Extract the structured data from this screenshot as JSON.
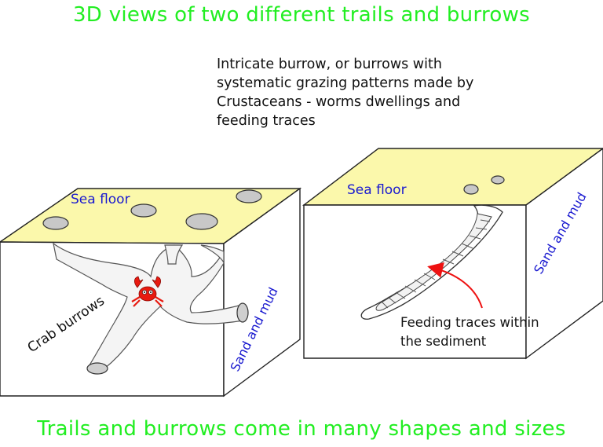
{
  "title": "3D views of two different trails and burrows",
  "footer": "Trails and burrows come in many shapes and sizes",
  "note": "Intricate burrow, or burrows with systematic grazing patterns made by Crustaceans - worms dwellings and feeding traces",
  "block_left": {
    "top_label": "Sea floor",
    "side_label": "Sand and mud",
    "burrow_label": "Crab burrows"
  },
  "block_right": {
    "top_label": "Sea floor",
    "side_label": "Sand and mud",
    "annotation_line1": "Feeding traces within",
    "annotation_line2": "the sediment"
  },
  "colors": {
    "title": "#22ee22",
    "sea_floor": "#fbf8ab",
    "block_label": "#1a1ad0",
    "arrow": "#ee1111",
    "crab": "#e81a10",
    "hole": "#c8c8c8"
  }
}
